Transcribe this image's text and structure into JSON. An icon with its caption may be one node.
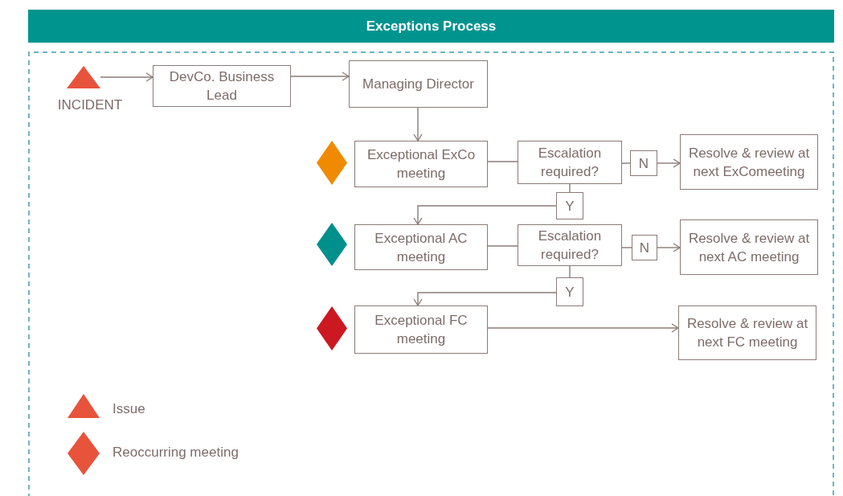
{
  "diagram": {
    "title": "Exceptions Process",
    "nodes": [
      {
        "text": [
          "INCIDENT"
        ]
      },
      {
        "text": [
          "DevCo. Business Lead"
        ]
      },
      {
        "text": [
          "Managing Director"
        ]
      },
      {
        "text": [],
        "shape": "diamond"
      },
      {
        "text": [
          "Exceptional ExCo meeting"
        ]
      },
      {
        "text": [
          "Escalation required?"
        ]
      },
      {
        "text": [
          "N"
        ]
      },
      {
        "text": [
          "Resolve & review at next ExComeeting"
        ]
      },
      {
        "text": [
          "Y"
        ]
      },
      {
        "text": [],
        "shape": "diamond"
      },
      {
        "text": [
          "Exceptional AC meeting"
        ]
      },
      {
        "text": [
          "Escalation required?"
        ]
      },
      {
        "text": [
          "N"
        ]
      },
      {
        "text": [
          "Resolve & review at next AC meeting"
        ]
      },
      {
        "text": [
          "Y"
        ]
      },
      {
        "text": [],
        "shape": "diamond"
      },
      {
        "text": [
          "Exceptional FC meeting"
        ]
      },
      {
        "text": [
          "Resolve & review at next FC meeting"
        ]
      }
    ],
    "edges": [
      {
        "from": 0,
        "to": 1,
        "arrow": "to"
      },
      {
        "from": 1,
        "to": 2,
        "arrow": "to"
      },
      {
        "from": 2,
        "to": 4,
        "arrow": "to"
      },
      {
        "from": 4,
        "to": 5,
        "arrow": "none"
      },
      {
        "from": 5,
        "to": 6,
        "arrow": "none"
      },
      {
        "from": 6,
        "to": 7,
        "arrow": "to"
      },
      {
        "from": 5,
        "to": 8,
        "arrow": "none"
      },
      {
        "from": 8,
        "to": 10,
        "arrow": "to"
      },
      {
        "from": 10,
        "to": 11,
        "arrow": "none"
      },
      {
        "from": 11,
        "to": 12,
        "arrow": "none"
      },
      {
        "from": 12,
        "to": 13,
        "arrow": "to"
      },
      {
        "from": 11,
        "to": 14,
        "arrow": "none"
      },
      {
        "from": 14,
        "to": 16,
        "arrow": "to"
      },
      {
        "from": 16,
        "to": 17,
        "arrow": "to"
      }
    ],
    "legend": [
      {
        "text": "Issue"
      },
      {
        "text": "Reoccurring meeting"
      }
    ]
  }
}
